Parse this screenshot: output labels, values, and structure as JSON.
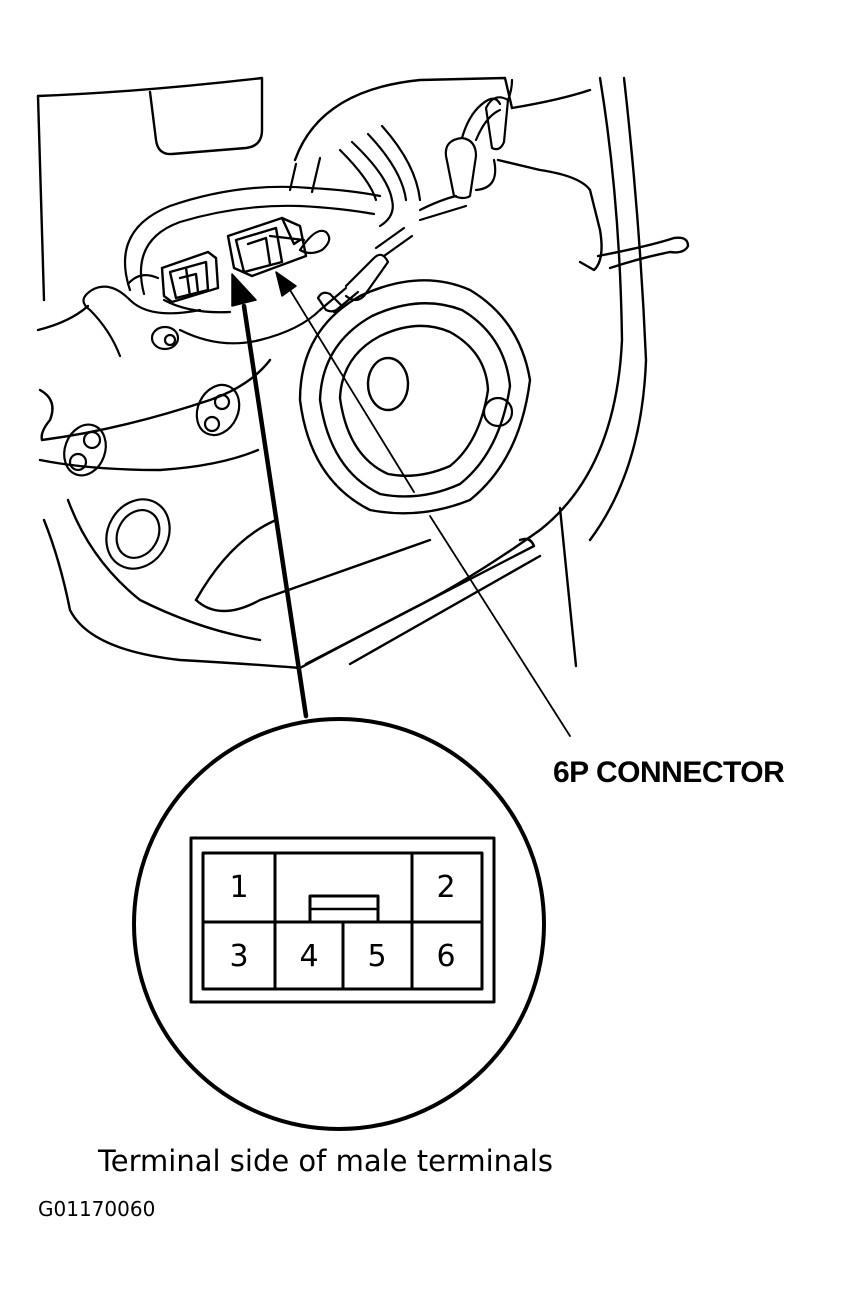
{
  "callout_label": "6P CONNECTOR",
  "caption": "Terminal side of male terminals",
  "figure_id": "G01170060",
  "terminals": [
    "1",
    "2",
    "3",
    "4",
    "5",
    "6"
  ],
  "colors": {
    "line": "#000000",
    "background": "#ffffff"
  }
}
